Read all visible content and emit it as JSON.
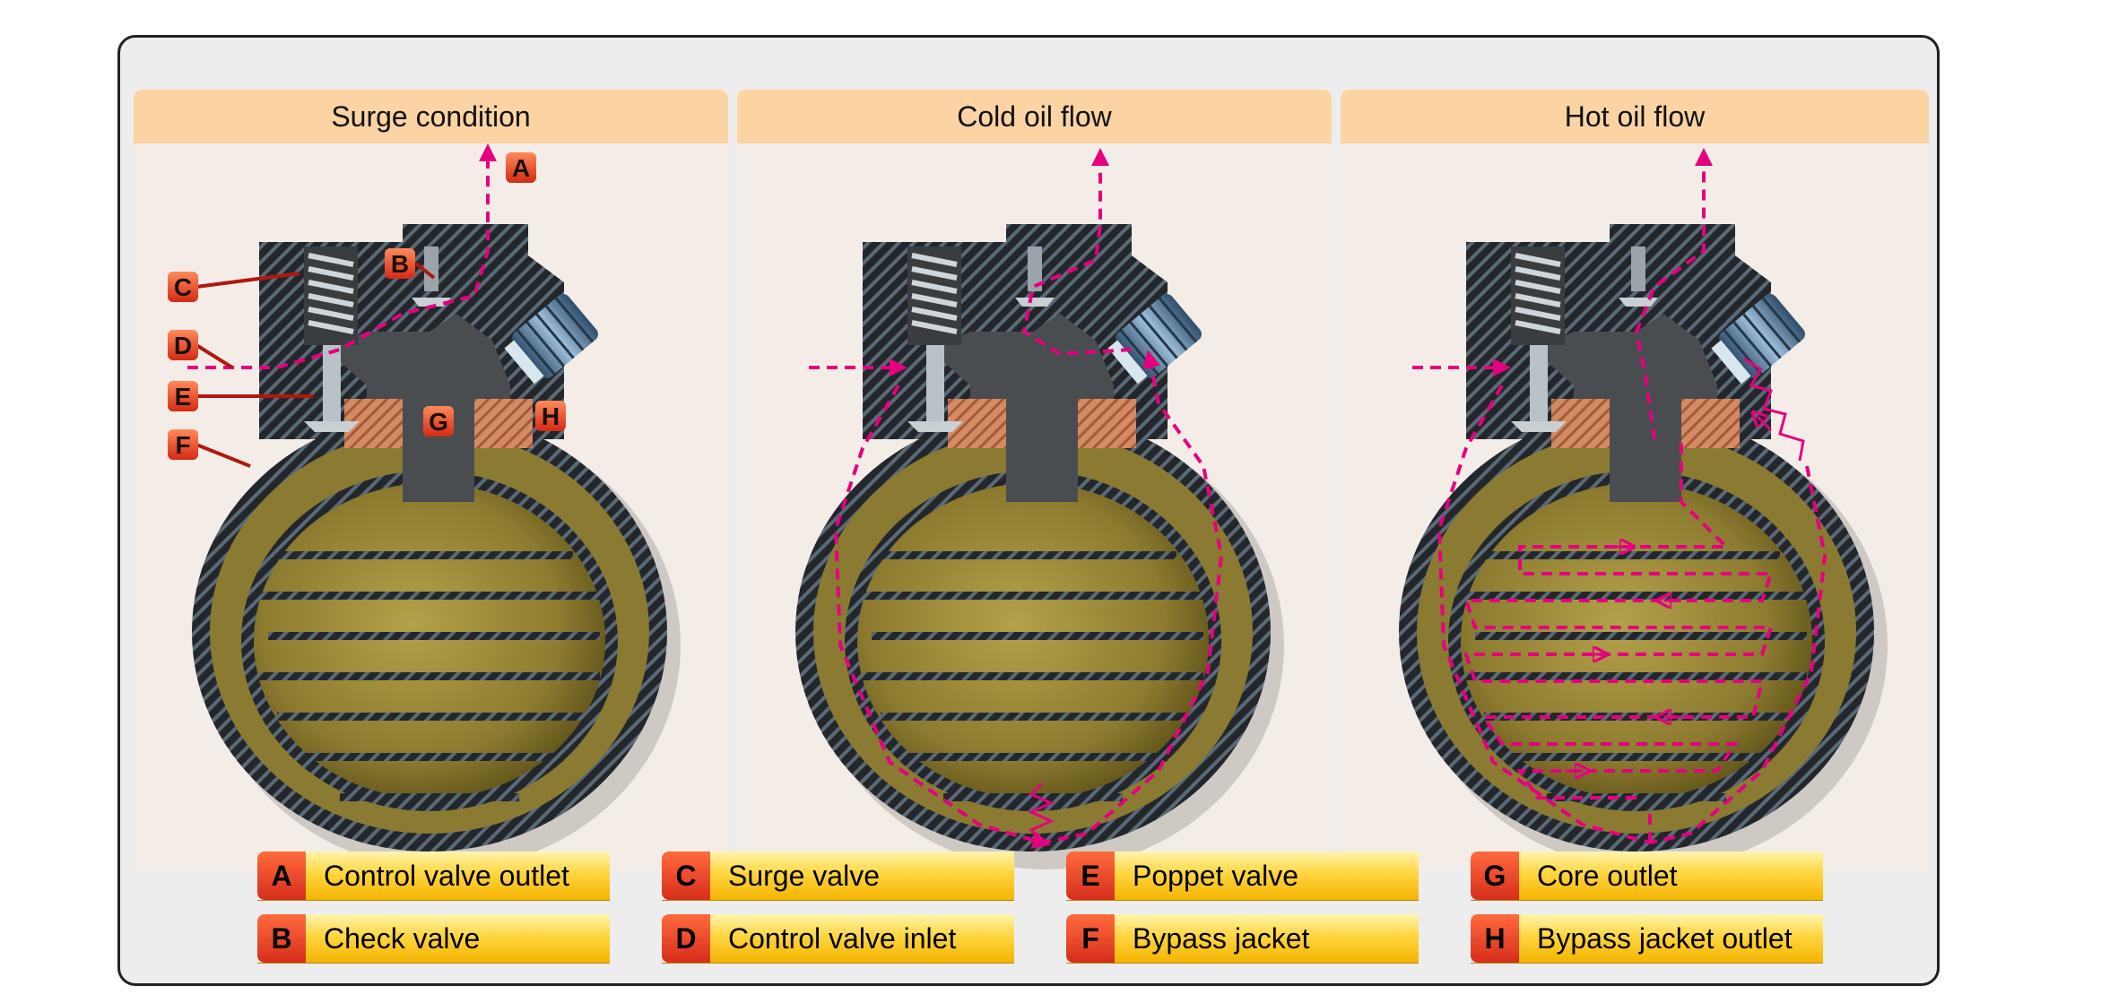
{
  "panels": [
    {
      "title": "Surge condition"
    },
    {
      "title": "Cold oil flow"
    },
    {
      "title": "Hot oil flow"
    }
  ],
  "callouts": [
    "A",
    "B",
    "C",
    "D",
    "E",
    "F",
    "G",
    "H"
  ],
  "legend": [
    {
      "letter": "A",
      "label": "Control valve outlet"
    },
    {
      "letter": "B",
      "label": "Check valve"
    },
    {
      "letter": "C",
      "label": "Surge valve"
    },
    {
      "letter": "D",
      "label": "Control valve inlet"
    },
    {
      "letter": "E",
      "label": "Poppet valve"
    },
    {
      "letter": "F",
      "label": "Bypass jacket"
    },
    {
      "letter": "G",
      "label": "Core outlet"
    },
    {
      "letter": "H",
      "label": "Bypass jacket outlet"
    }
  ],
  "colors": {
    "header": "#fcd3a3",
    "panel": "#f4ede7",
    "oil": "#8a7a32",
    "housing": "#26292c",
    "flow": "#e6007e",
    "copper": "#c87a56",
    "badge": "#e8331e",
    "legend_bar": "#ffc800"
  }
}
